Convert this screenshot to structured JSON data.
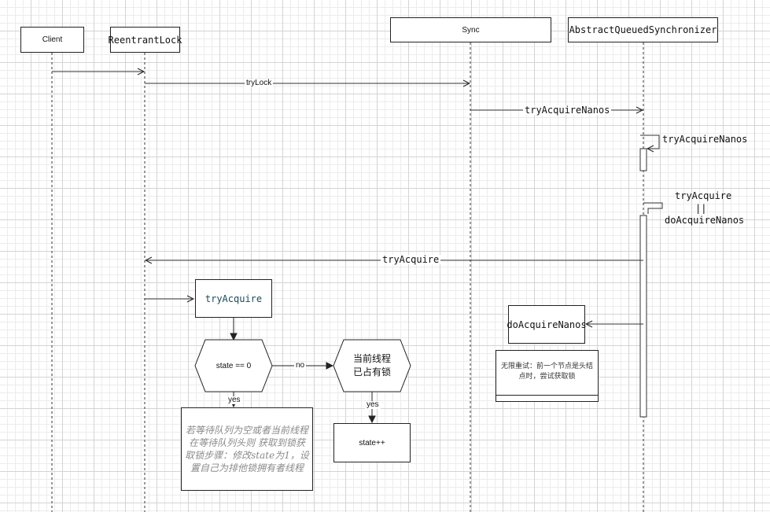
{
  "lifelines": {
    "client": "Client",
    "reentrant_lock": "ReentrantLock",
    "sync": "Sync",
    "aqs": "AbstractQueuedSynchronizer"
  },
  "messages": {
    "try_lock": "tryLock",
    "try_acquire_nanos": "tryAcquireNanos",
    "self_try_acquire_nanos": "tryAcquireNanos",
    "self_try_acquire_line1": "tryAcquire",
    "self_try_acquire_line2": "||",
    "self_try_acquire_line3": "doAcquireNanos",
    "return_try_acquire": "tryAcquire"
  },
  "flow": {
    "try_acquire_box": "tryAcquire",
    "condition": "state == 0",
    "no_label": "no",
    "yes_label_1": "yes",
    "yes_label_2": "yes",
    "held_line1": "当前线程",
    "held_line2": "已占有锁",
    "increment": "state++",
    "acquire_note": "若等待队列为空或者当前线程在等待队列头则 获取到锁获取锁步骤：修改state为1，设置自己为排他锁拥有者线程",
    "do_acquire_nanos": "doAcquireNanos",
    "retry_note": "无限重试：前一个节点是头结点时，尝试获取锁"
  }
}
